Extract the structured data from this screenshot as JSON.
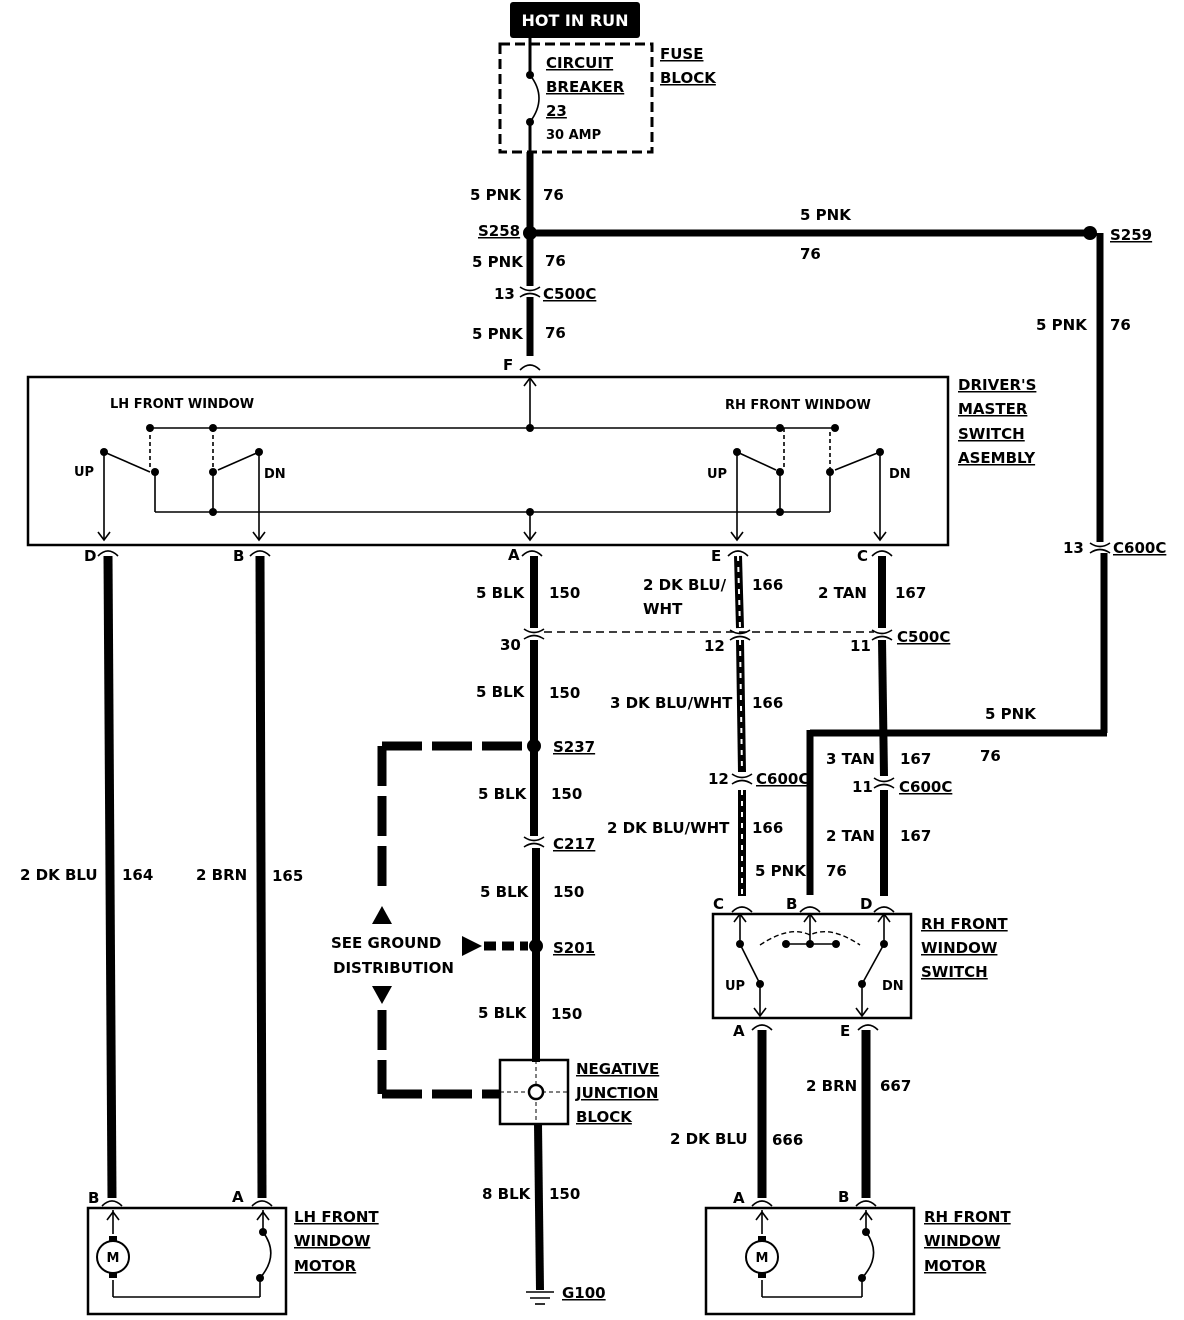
{
  "header": {
    "badge": "HOT IN RUN"
  },
  "fuse_block": {
    "breaker_line1": "CIRCUIT",
    "breaker_line2": "BREAKER",
    "breaker_number": "23",
    "rating": "30 AMP",
    "block_line1": "FUSE",
    "block_line2": "BLOCK"
  },
  "splices": {
    "s258": "S258",
    "s259": "S259",
    "s237": "S237",
    "s201": "S201",
    "ground": "G100"
  },
  "connectors": {
    "c500c": "C500C",
    "c600c": "C600C",
    "c217": "C217"
  },
  "pins": {
    "f": "F",
    "d": "D",
    "b": "B",
    "a": "A",
    "e": "E",
    "c": "C",
    "n13": "13",
    "n30": "30",
    "n12": "12",
    "n11": "11"
  },
  "wires": {
    "pnk_size": "5 PNK",
    "pnk_circuit": "76",
    "blk_size": "5 BLK",
    "blk_circuit": "150",
    "blk8_size": "8 BLK",
    "dkblu_wht_top_1": "2 DK BLU/",
    "dkblu_wht_top_2": "WHT",
    "dkblu_wht_top_circuit": "166",
    "dkblu_wht_mid": "3 DK BLU/WHT",
    "dkblu_wht_low": "2 DK BLU/WHT",
    "tan2_size": "2 TAN",
    "tan3_size": "3 TAN",
    "tan_circuit": "167",
    "lh_dkblu_size": "2 DK BLU",
    "lh_dkblu_circuit": "164",
    "lh_brn_size": "2 BRN",
    "lh_brn_circuit": "165",
    "rh_dkblu_size": "2 DK BLU",
    "rh_dkblu_circuit": "666",
    "rh_brn_size": "2 BRN",
    "rh_brn_circuit": "667"
  },
  "master_switch": {
    "lh_label": "LH FRONT WINDOW",
    "rh_label": "RH FRONT WINDOW",
    "up": "UP",
    "dn": "DN",
    "name_1": "DRIVER'S",
    "name_2": "MASTER",
    "name_3": "SWITCH",
    "name_4": "ASEMBLY"
  },
  "ground_note": {
    "line1": "SEE GROUND",
    "line2": "DISTRIBUTION"
  },
  "junction_block": {
    "line1": "NEGATIVE",
    "line2": "JUNCTION",
    "line3": "BLOCK"
  },
  "rh_switch": {
    "name_1": "RH FRONT",
    "name_2": "WINDOW",
    "name_3": "SWITCH"
  },
  "lh_motor": {
    "name_1": "LH FRONT",
    "name_2": "WINDOW",
    "name_3": "MOTOR",
    "symbol": "M"
  },
  "rh_motor": {
    "name_1": "RH FRONT",
    "name_2": "WINDOW",
    "name_3": "MOTOR",
    "symbol": "M"
  }
}
